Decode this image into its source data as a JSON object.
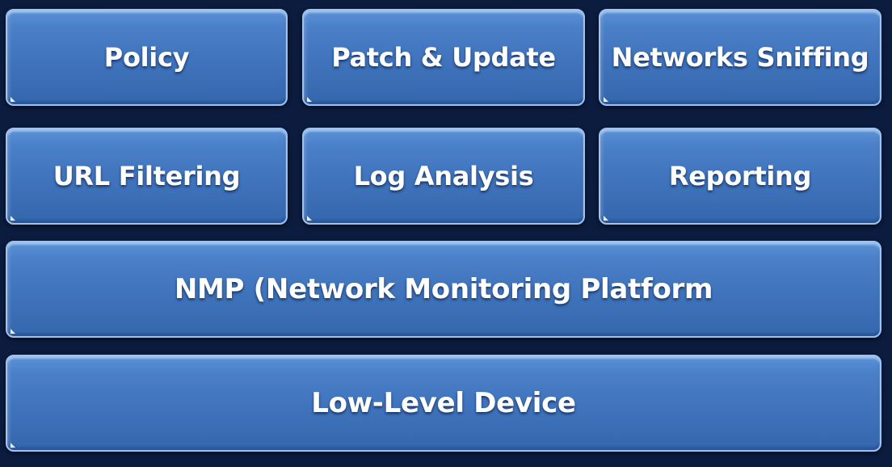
{
  "colors": {
    "background": "#0b1c3f",
    "block_fill": "#3f73bb",
    "block_border": "#9fc3f0",
    "text": "#ffffff"
  },
  "layers": {
    "top_row": [
      "Policy",
      "Patch & Update",
      "Networks Sniffing"
    ],
    "middle_row": [
      "URL Filtering",
      "Log Analysis",
      "Reporting"
    ],
    "platform": "NMP (Network Monitoring Platform",
    "base": "Low-Level Device"
  }
}
